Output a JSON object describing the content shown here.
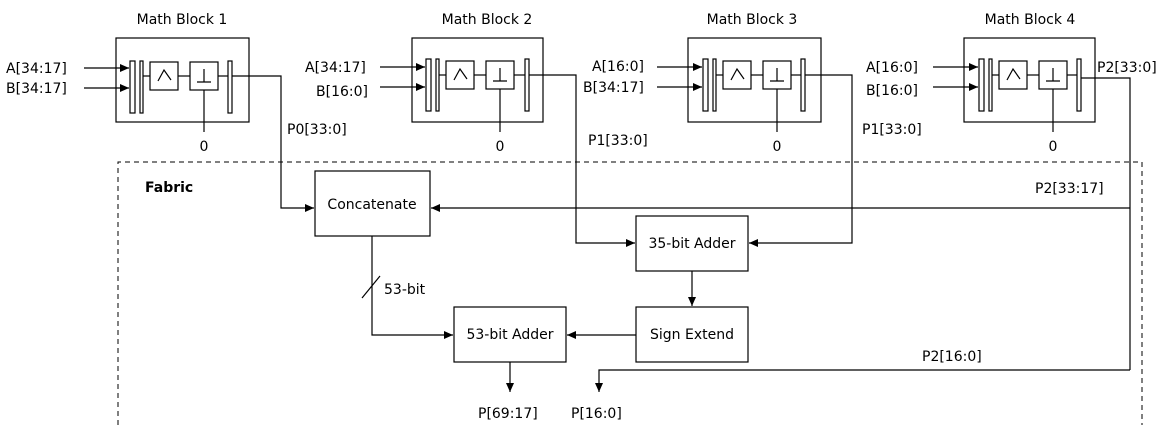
{
  "math_blocks": [
    {
      "title": "Math Block 1",
      "input_a": "A[34:17]",
      "input_b": "B[34:17]",
      "zero": "0",
      "output": "P0[33:0]"
    },
    {
      "title": "Math Block 2",
      "input_a": "A[34:17]",
      "input_b": "B[16:0]",
      "zero": "0",
      "output": "P1[33:0]"
    },
    {
      "title": "Math Block 3",
      "input_a": "A[16:0]",
      "input_b": "B[34:17]",
      "zero": "0",
      "output": "P1[33:0]"
    },
    {
      "title": "Math Block 4",
      "input_a": "A[16:0]",
      "input_b": "B[16:0]",
      "zero": "0",
      "output": "P2[33:0]"
    }
  ],
  "fabric": {
    "label": "Fabric",
    "concatenate": "Concatenate",
    "adder_35": "35-bit Adder",
    "adder_53": "53-bit Adder",
    "sign_extend": "Sign Extend",
    "bus_width": "53-bit",
    "p2_high": "P2[33:17]",
    "p2_low": "P2[16:0]",
    "out_high": "P[69:17]",
    "out_low": "P[16:0]"
  }
}
